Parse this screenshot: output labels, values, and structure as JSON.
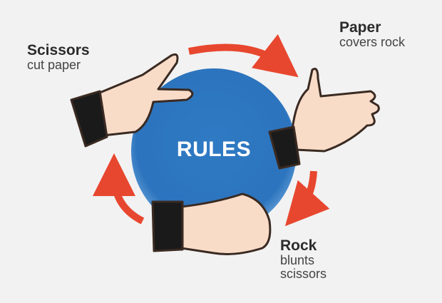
{
  "center": {
    "title": "RULES"
  },
  "items": [
    {
      "title": "Scissors",
      "description": "cut paper"
    },
    {
      "title": "Paper",
      "description": "covers rock"
    },
    {
      "title": "Rock",
      "description_lines": [
        "blunts",
        "scissors"
      ]
    }
  ],
  "colors": {
    "background": "#f2f2f2",
    "circle": "#2f78c0",
    "arrow": "#e8472f",
    "skin": "#f8dcc8",
    "cuff": "#1a1a1a"
  }
}
